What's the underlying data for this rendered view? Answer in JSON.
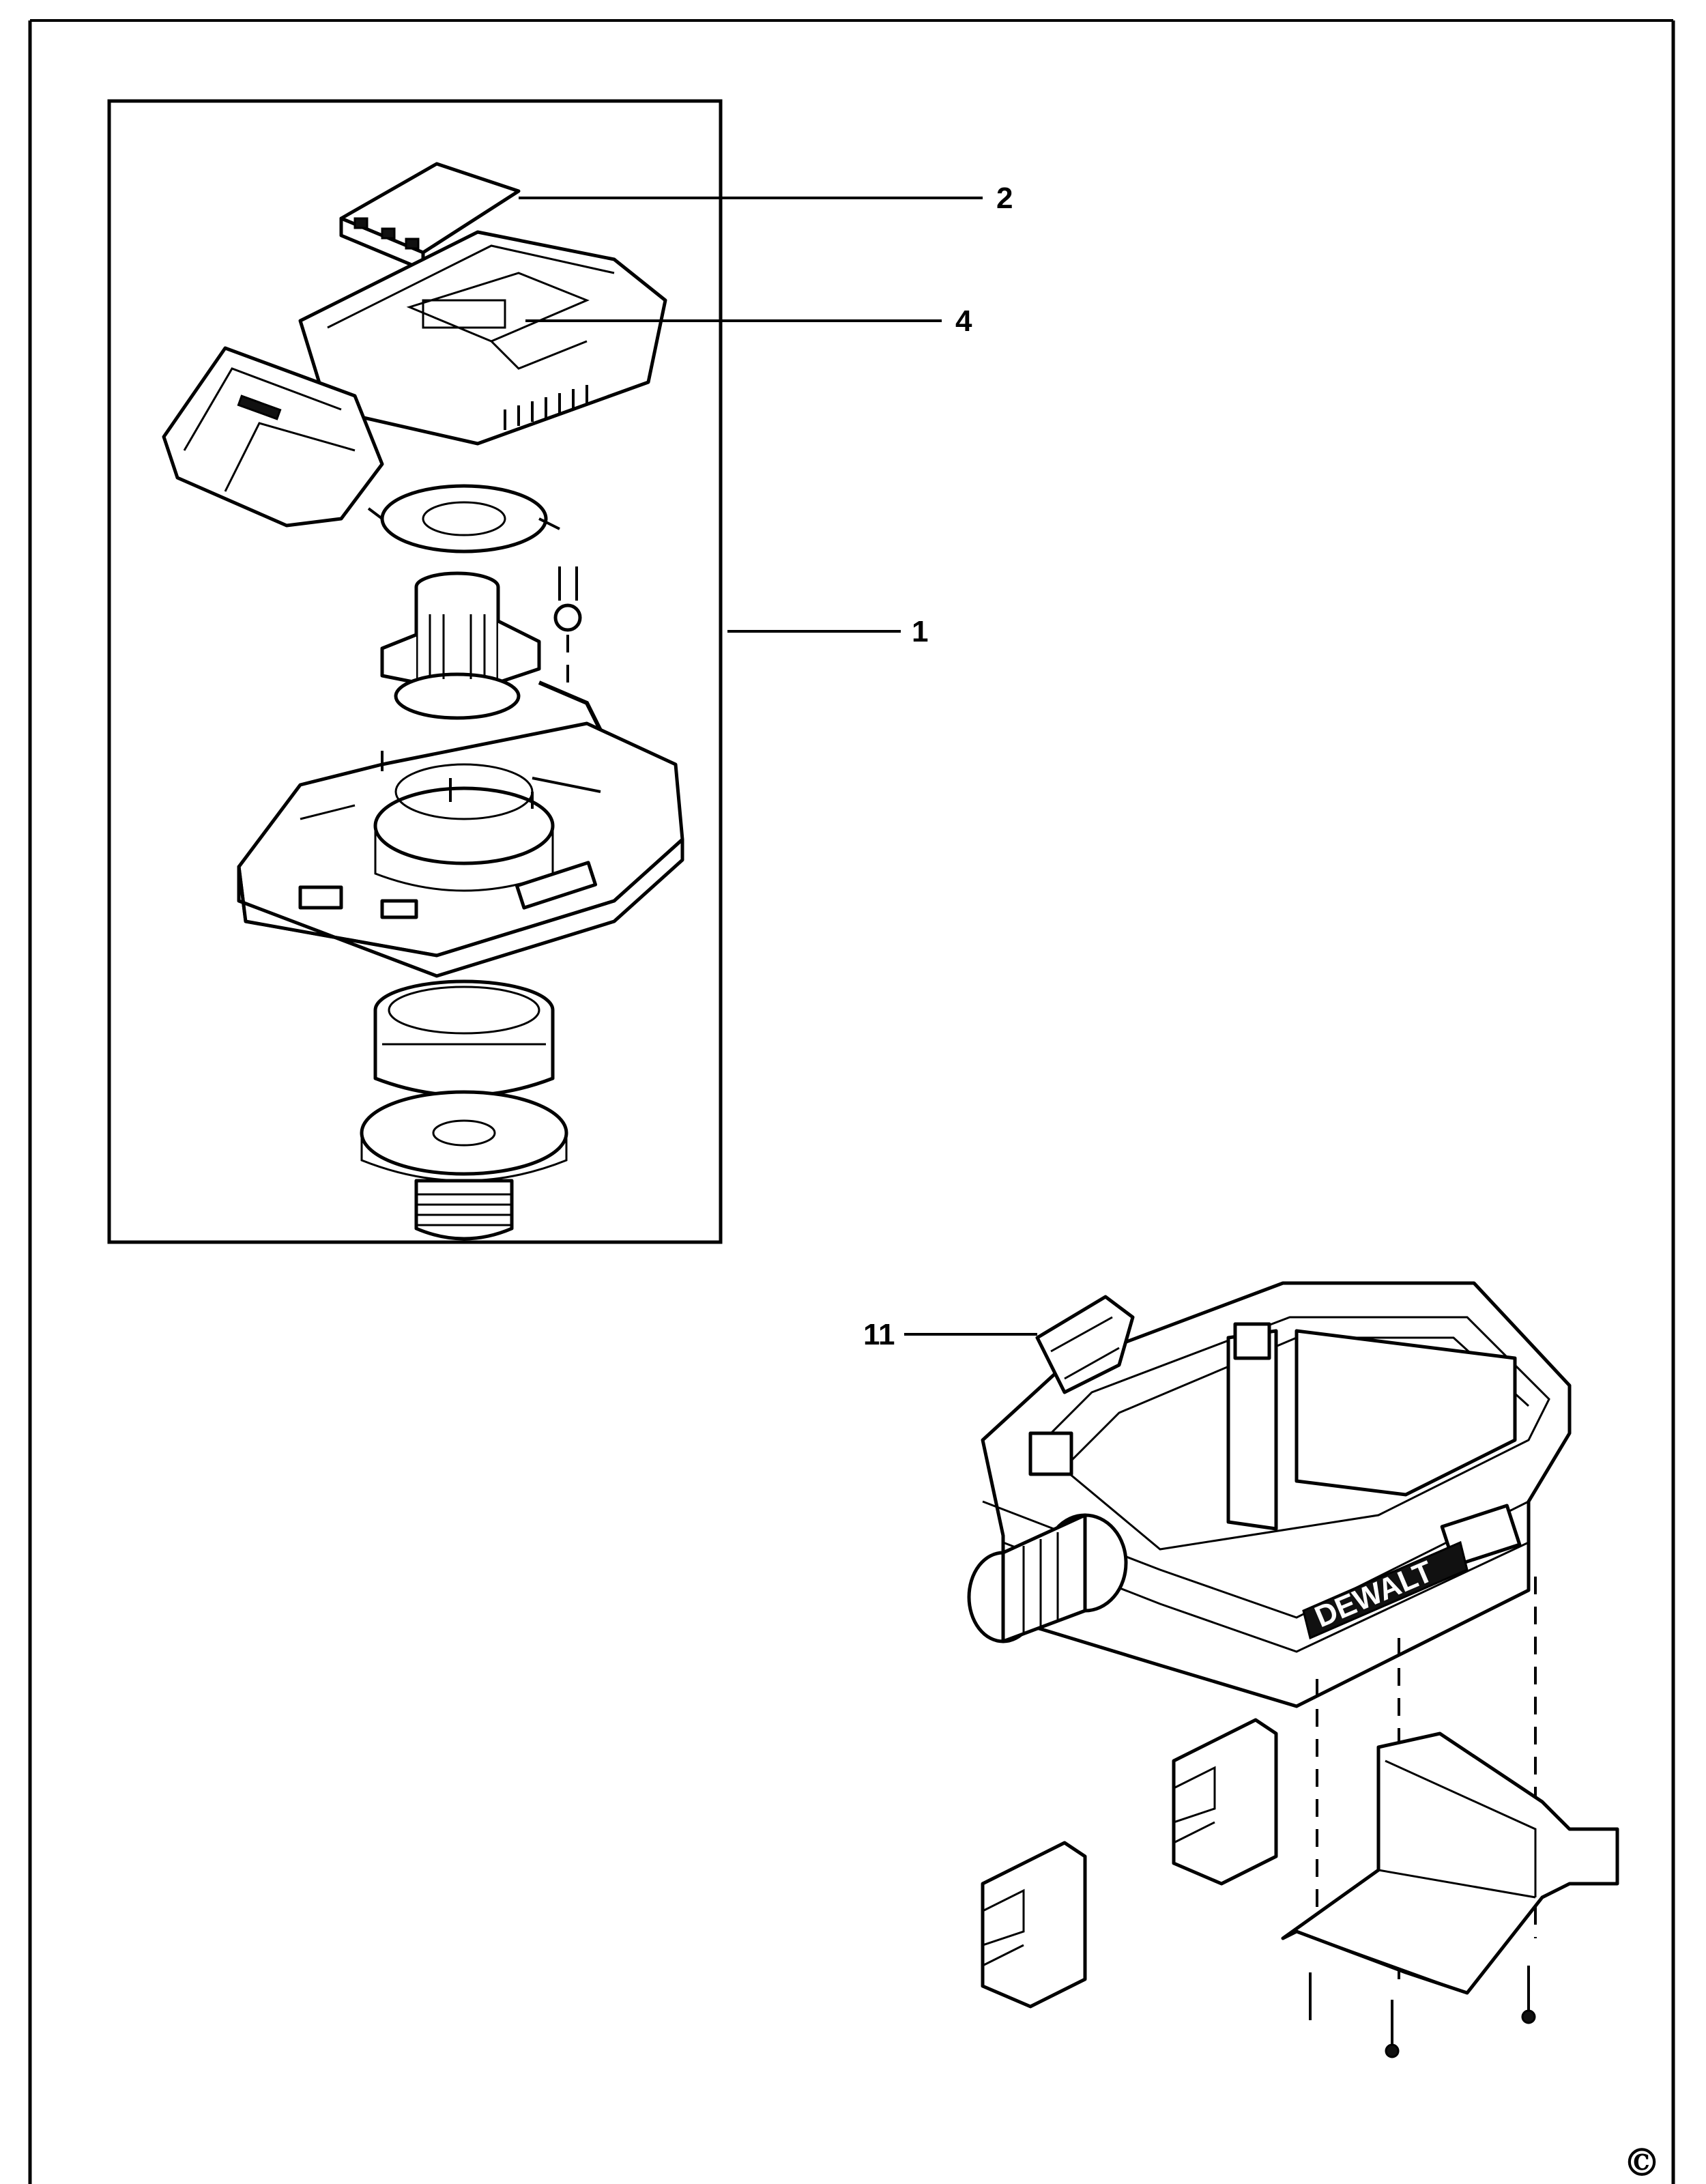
{
  "callouts": [
    {
      "id": "2",
      "label": "2"
    },
    {
      "id": "4",
      "label": "4"
    },
    {
      "id": "1",
      "label": "1"
    },
    {
      "id": "11",
      "label": "11"
    }
  ],
  "footer": {
    "copyright": "©"
  },
  "logos": {
    "tank_brand": "DEWALT"
  }
}
